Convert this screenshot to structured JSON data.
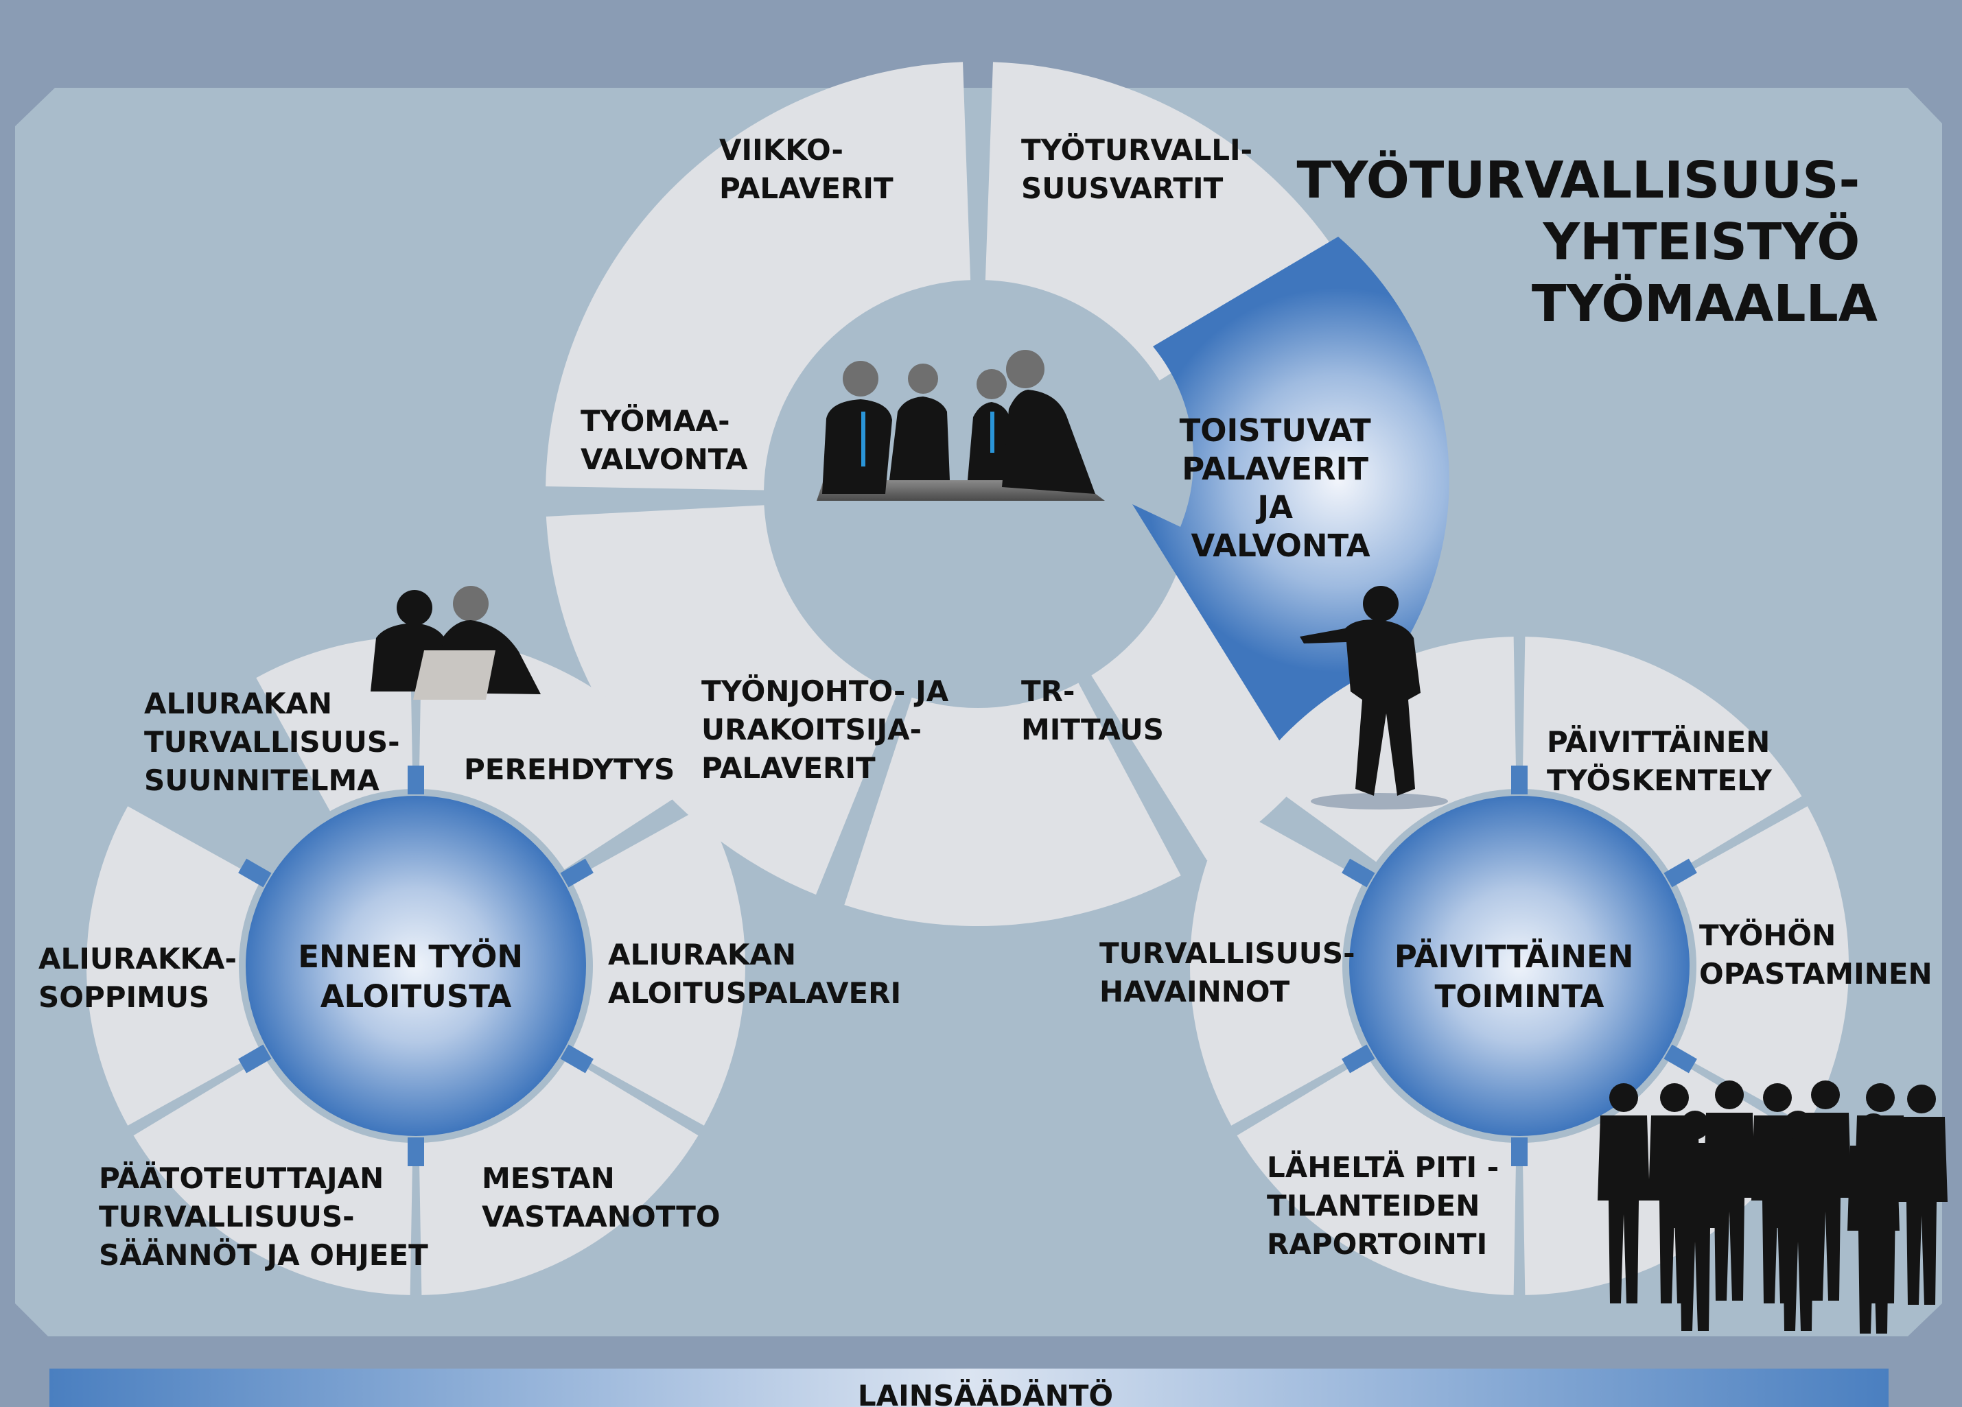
{
  "title": {
    "lines": [
      "TYÖTURVALLISUUS-",
      "YHTEISTYÖ",
      "TYÖMAALLA"
    ]
  },
  "top_cycle": {
    "segments": [
      {
        "lines": [
          "VIIKKO-",
          "PALAVERIT"
        ]
      },
      {
        "lines": [
          "TYÖTURVALLI-",
          "SUUSVARTIT"
        ]
      },
      {
        "lines": [
          "TYÖMAA-",
          "VALVONTA"
        ]
      },
      {
        "lines": [
          "TYÖNJOHTO- JA",
          "URAKOITSIJA-",
          "PALAVERIT"
        ]
      },
      {
        "lines": [
          "TR-",
          "MITTAUS"
        ]
      }
    ],
    "arrow": {
      "lines": [
        "TOISTUVAT",
        "PALAVERIT",
        "JA",
        "VALVONTA"
      ]
    }
  },
  "left_cycle": {
    "hub": {
      "lines": [
        "ENNEN TYÖN",
        "ALOITUSTA"
      ]
    },
    "segments": [
      {
        "lines": [
          "ALIURAKAN",
          "TURVALLISUUS-",
          "SUUNNITELMA"
        ]
      },
      {
        "lines": [
          "PEREHDYTYS"
        ]
      },
      {
        "lines": [
          "ALIURAKKA-",
          "SOPPIMUS"
        ]
      },
      {
        "lines": [
          "ALIURAKAN",
          "ALOITUSPALAVERI"
        ]
      },
      {
        "lines": [
          "PÄÄTOTEUTTAJAN",
          "TURVALLISUUS-",
          "SÄÄNNÖT JA OHJEET"
        ]
      },
      {
        "lines": [
          "MESTAN",
          "VASTAANOTTO"
        ]
      }
    ]
  },
  "right_cycle": {
    "hub": {
      "lines": [
        "PÄIVITTÄINEN",
        "TOIMINTA"
      ]
    },
    "segments": [
      {
        "lines": [
          "PÄIVITTÄINEN",
          "TYÖSKENTELY"
        ]
      },
      {
        "lines": [
          "TURVALLISUUS-",
          "HAVAINNOT"
        ]
      },
      {
        "lines": [
          "TYÖHÖN",
          "OPASTAMINEN"
        ]
      },
      {
        "lines": [
          "LÄHELTÄ PITI -",
          "TILANTEIDEN",
          "RAPORTOINTI"
        ]
      }
    ]
  },
  "footer": {
    "label": "LAINSÄÄDÄNTÖ"
  },
  "colors": {
    "outer_background": "#8a9cb4",
    "panel": "#a9bccb",
    "segment": "#dfe1e5",
    "accent_blue": "#4a7fc0",
    "hub_light": "#e8eff8"
  },
  "icons": [
    "meeting-group-icon",
    "laptop-pair-icon",
    "presenter-icon",
    "team-group-icon"
  ]
}
